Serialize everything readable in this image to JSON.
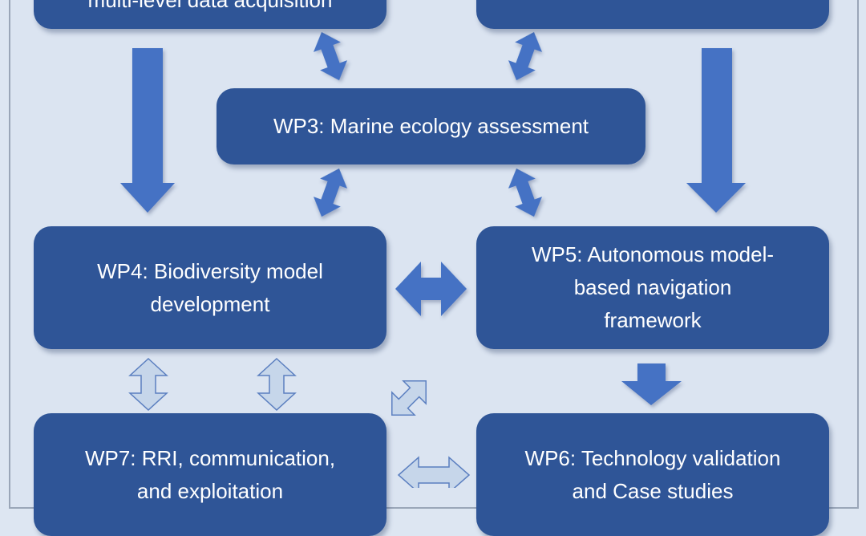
{
  "boxes": {
    "wp1": {
      "lines": [
        "multi-level data acquisition"
      ]
    },
    "wp2": {
      "lines": [
        ""
      ]
    },
    "wp3": {
      "lines": [
        "WP3: Marine ecology assessment"
      ]
    },
    "wp4": {
      "lines": [
        "WP4: Biodiversity model",
        "development"
      ]
    },
    "wp5": {
      "lines": [
        "WP5: Autonomous model-",
        "based navigation",
        "framework"
      ]
    },
    "wp6": {
      "lines": [
        "WP6: Technology validation",
        "and Case studies"
      ]
    },
    "wp7": {
      "lines": [
        "WP7: RRI, communication,",
        "and exploitation"
      ]
    }
  },
  "colors": {
    "box": "#2f5597",
    "arrow": "#4472c4",
    "arrow_light": "#b8cce4",
    "background": "#dbe4f1"
  }
}
